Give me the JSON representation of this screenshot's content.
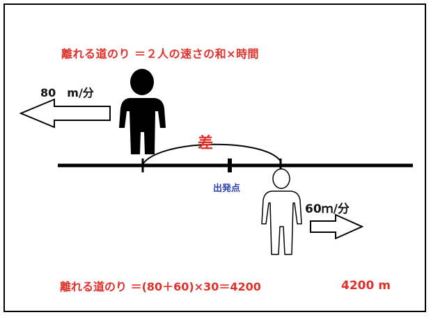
{
  "formula_top": "離れる道のり ＝２人の速さの和×時間",
  "speed_left": "80　m/分",
  "speed_right": "60ｍ/分",
  "difference_label": "差",
  "start_point_label": "出発点",
  "formula_bottom": "離れる道のり ＝(80＋60)×30＝4200",
  "answer": "4200 m",
  "colors": {
    "accent_red": "#e0302a",
    "label_blue": "#2a3fb0",
    "line": "#000000"
  },
  "icons": [
    "person-silhouette-black",
    "person-outline-white",
    "arrow-left-outline",
    "arrow-right-outline"
  ]
}
